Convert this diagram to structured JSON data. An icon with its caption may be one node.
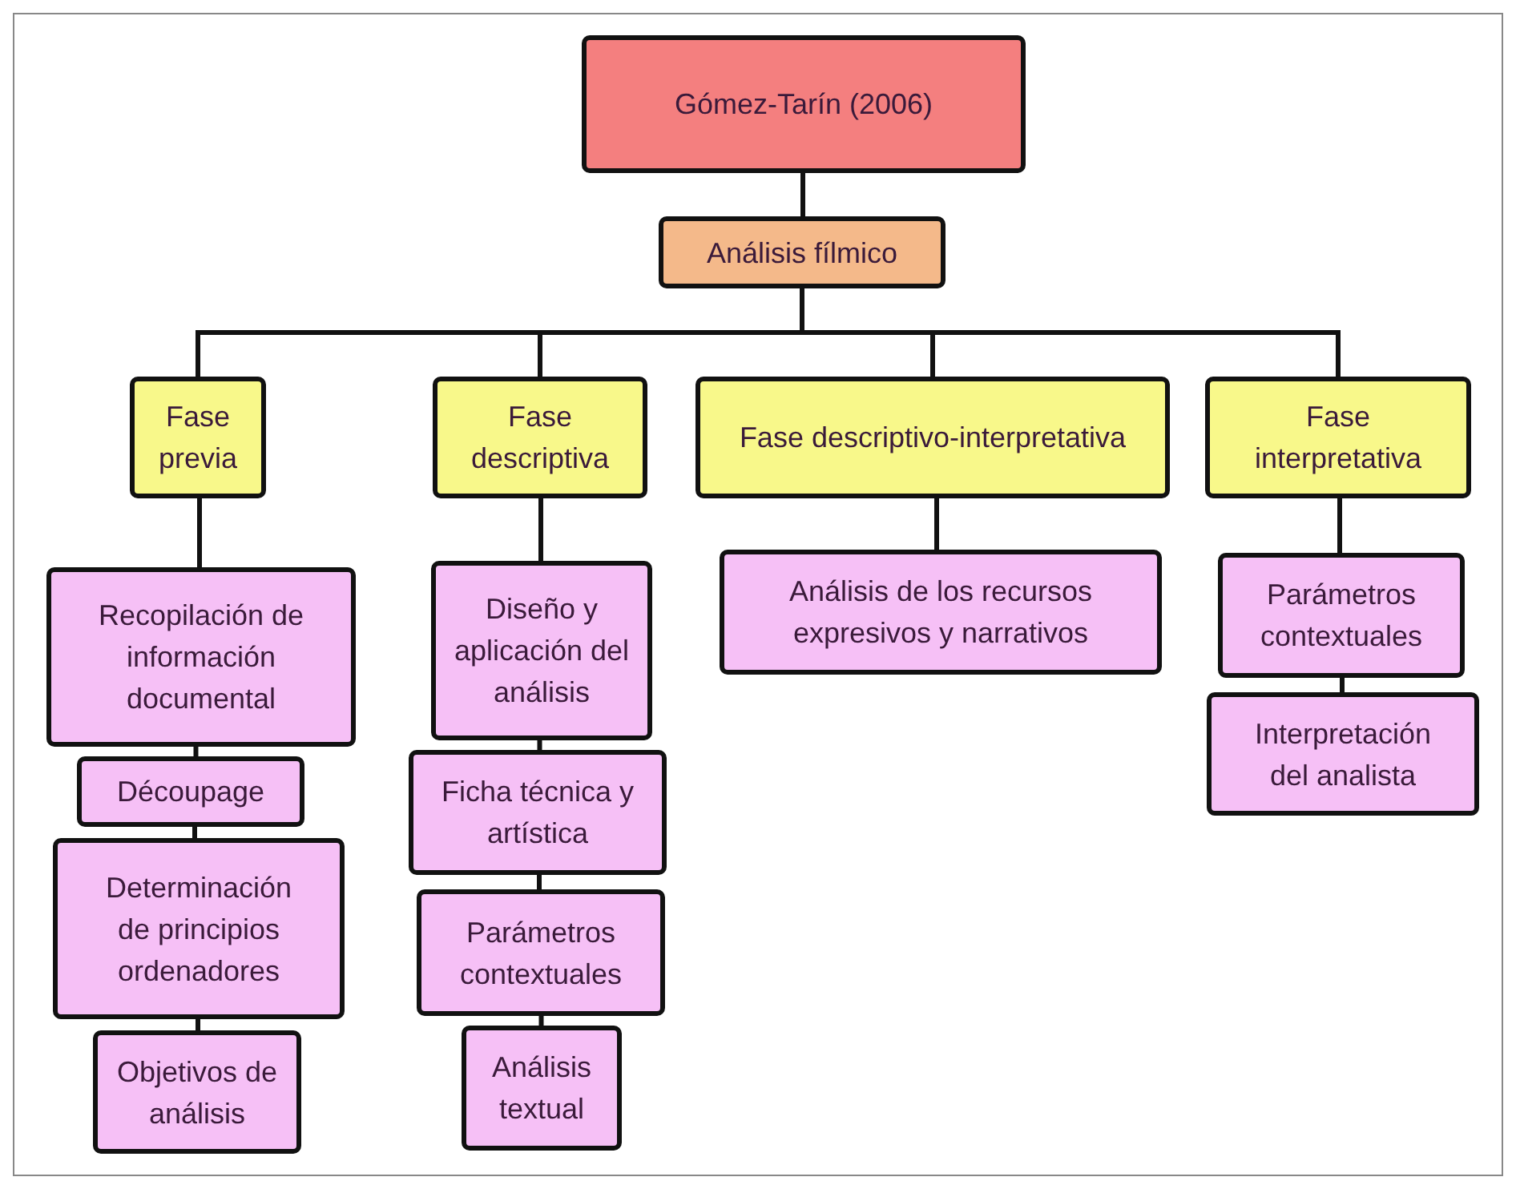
{
  "diagram": {
    "nodes": [
      {
        "text": [
          "Gómez-Tarín (2006)"
        ]
      },
      {
        "text": [
          "Análisis fílmico"
        ]
      },
      {
        "text": [
          "Fase previa"
        ]
      },
      {
        "text": [
          "Fase descriptiva"
        ]
      },
      {
        "text": [
          "Fase descriptivo-interpretativa"
        ]
      },
      {
        "text": [
          "Fase interpretativa"
        ]
      },
      {
        "text": [
          "Recopilación de información documental"
        ]
      },
      {
        "text": [
          "Découpage"
        ]
      },
      {
        "text": [
          "Determinación de principios ordenadores"
        ]
      },
      {
        "text": [
          "Objetivos de análisis"
        ]
      },
      {
        "text": [
          "Diseño y aplicación del análisis"
        ]
      },
      {
        "text": [
          "Ficha técnica y artística"
        ]
      },
      {
        "text": [
          "Parámetros contextuales"
        ]
      },
      {
        "text": [
          "Análisis textual"
        ]
      },
      {
        "text": [
          "Análisis de los recursos expresivos y narrativos"
        ]
      },
      {
        "text": [
          "Parámetros contextuales"
        ]
      },
      {
        "text": [
          "Interpretación del analista"
        ]
      }
    ],
    "edges": [
      {
        "from": 0,
        "to": 1,
        "arrow": "none"
      },
      {
        "from": 1,
        "to": 2,
        "arrow": "none"
      },
      {
        "from": 1,
        "to": 3,
        "arrow": "none"
      },
      {
        "from": 1,
        "to": 4,
        "arrow": "none"
      },
      {
        "from": 1,
        "to": 5,
        "arrow": "none"
      },
      {
        "from": 2,
        "to": 6,
        "arrow": "none"
      },
      {
        "from": 6,
        "to": 7,
        "arrow": "none"
      },
      {
        "from": 7,
        "to": 8,
        "arrow": "none"
      },
      {
        "from": 8,
        "to": 9,
        "arrow": "none"
      },
      {
        "from": 3,
        "to": 10,
        "arrow": "none"
      },
      {
        "from": 10,
        "to": 11,
        "arrow": "none"
      },
      {
        "from": 11,
        "to": 12,
        "arrow": "none"
      },
      {
        "from": 12,
        "to": 13,
        "arrow": "none"
      },
      {
        "from": 4,
        "to": 14,
        "arrow": "none"
      },
      {
        "from": 5,
        "to": 15,
        "arrow": "none"
      },
      {
        "from": 15,
        "to": 16,
        "arrow": "none"
      }
    ]
  }
}
